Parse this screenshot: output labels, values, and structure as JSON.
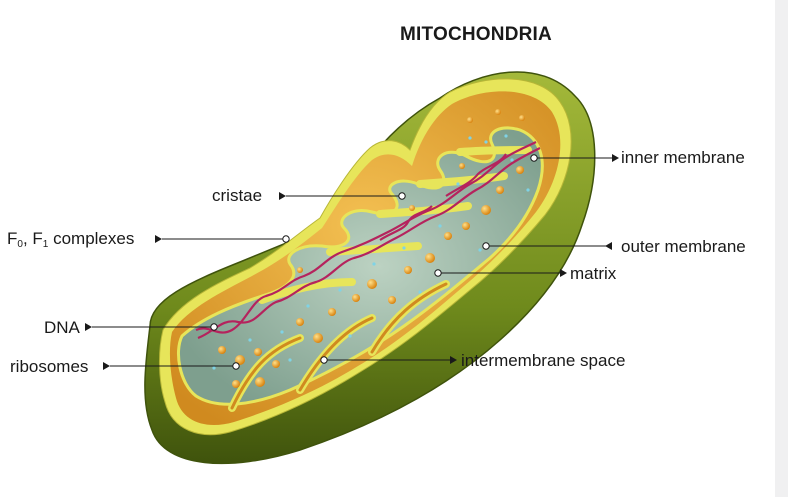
{
  "title": "MITOCHONDRIA",
  "labels": {
    "inner_membrane": "inner membrane",
    "cristae": "cristae",
    "f_prefix": "F",
    "f_sub0": "0",
    "f_comma": ", F",
    "f_sub1": "1",
    "f_suffix": " complexes",
    "outer_membrane": "outer membrane",
    "matrix": "matrix",
    "dna": "DNA",
    "ribosomes": "ribosomes",
    "intermembrane_space": "intermembrane space"
  },
  "colors": {
    "outer_green": "#7d9a23",
    "dark_green": "#4f6512",
    "yellow_rim": "#e7e55a",
    "orange_space": "#e5a536",
    "matrix_teal": "#9cb9a8",
    "dna_red": "#b5235d",
    "ribosome_orange": "#f0a21d"
  }
}
